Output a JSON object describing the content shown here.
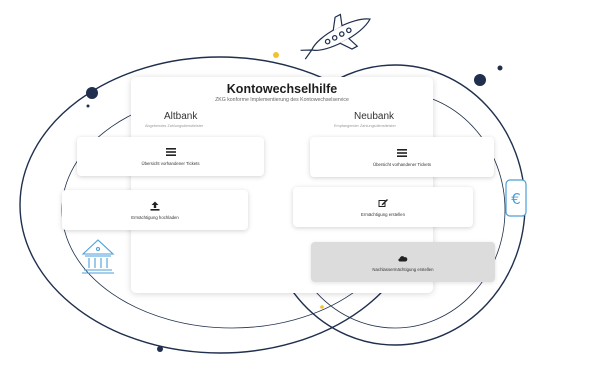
{
  "header": {
    "title": "Kontowechselhilfe",
    "subtitle": "ZKG konforme Implementierung des Kontowechselservice"
  },
  "columns": {
    "altbank": {
      "title": "Altbank",
      "subtitle": "Abgebendes Zahlungsdienstleister",
      "cards": [
        {
          "label": "Übersicht vorhandener Tickets",
          "icon": "list-icon"
        },
        {
          "label": "Ermächtigung hochladen",
          "icon": "upload-icon"
        }
      ]
    },
    "neubank": {
      "title": "Neubank",
      "subtitle": "Empfangender Zahlungsdienstleister",
      "cards": [
        {
          "label": "Übersicht vorhandener Tickets",
          "icon": "list-icon"
        },
        {
          "label": "Ermächtigung erstellen",
          "icon": "edit-icon"
        },
        {
          "label": "Nachlassermächtigung erstellen",
          "icon": "cloud-icon"
        }
      ]
    }
  },
  "colors": {
    "navy": "#1f2f4d",
    "accent_yellow": "#f2c230",
    "accent_blue": "#4a9fd8",
    "card_gray": "#dcdcdc"
  }
}
